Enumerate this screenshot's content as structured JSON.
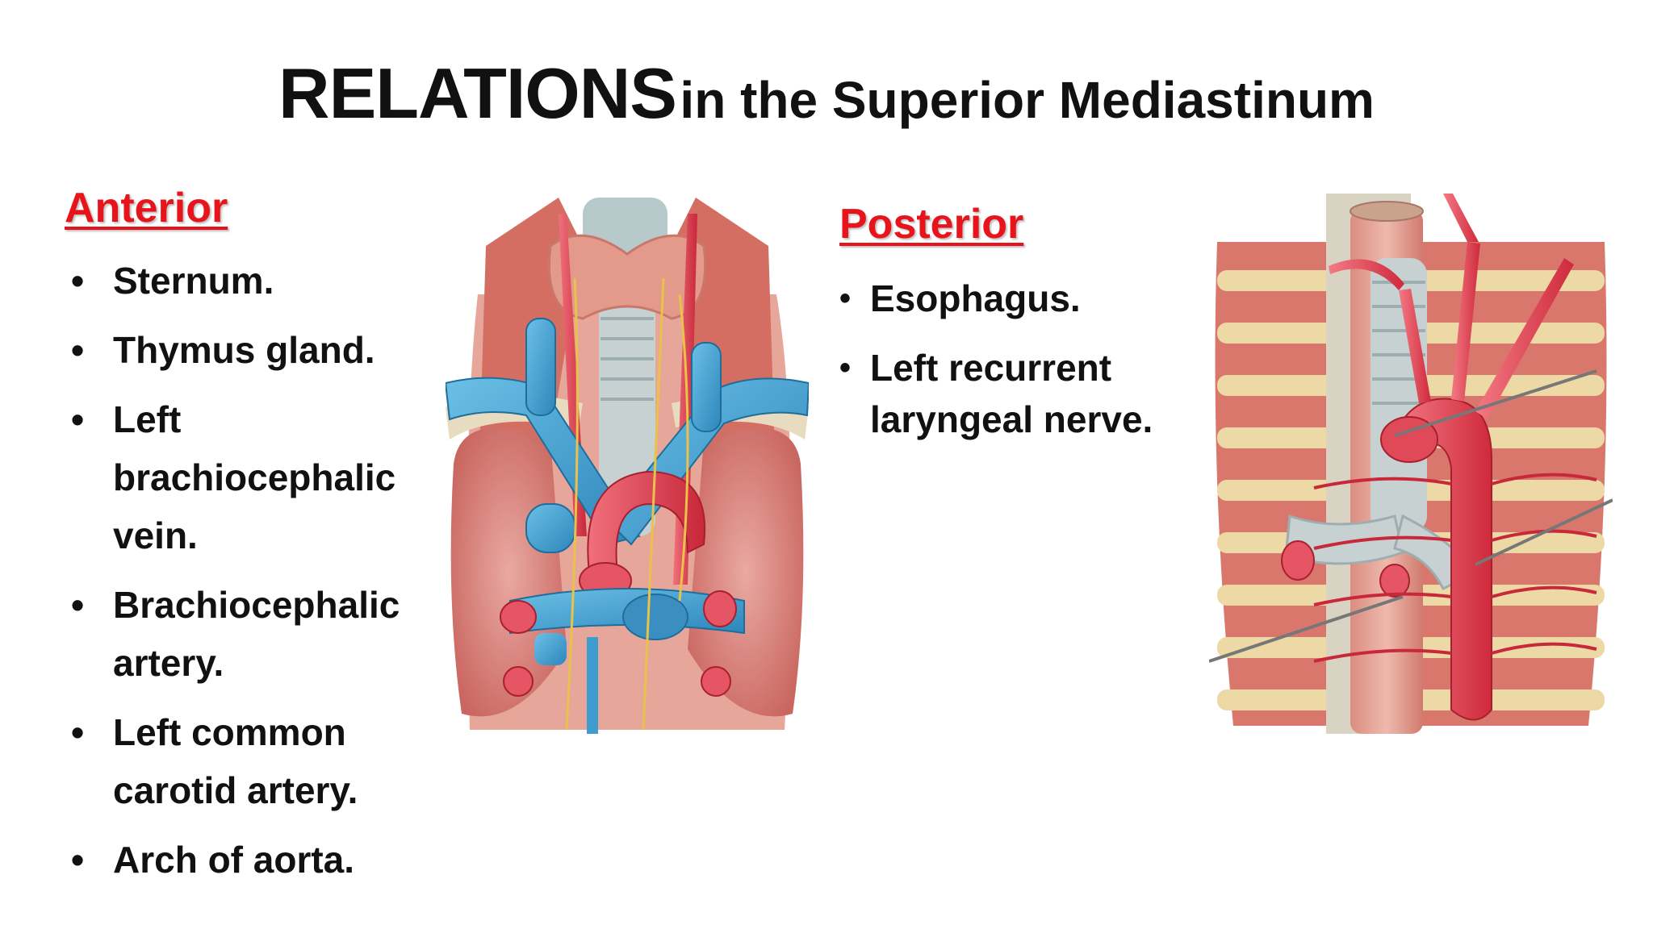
{
  "title": {
    "main": "RELATIONS",
    "rest": "in the Superior Mediastinum"
  },
  "anterior": {
    "heading": "Anterior",
    "items": [
      "Sternum.",
      "Thymus gland.",
      "Left brachiocephalic vein.",
      "Brachiocephalic artery.",
      "Left common carotid artery.",
      "Arch of aorta."
    ]
  },
  "posterior": {
    "heading": "Posterior",
    "items": [
      "Esophagus.",
      "Left recurrent laryngeal nerve."
    ]
  },
  "colors": {
    "heading": "#e8141c",
    "artery": "#e23a4a",
    "vein": "#3f9ccf",
    "muscle": "#d9756a",
    "rib": "#e9d6a0",
    "cartilage": "#c9d3d4"
  }
}
